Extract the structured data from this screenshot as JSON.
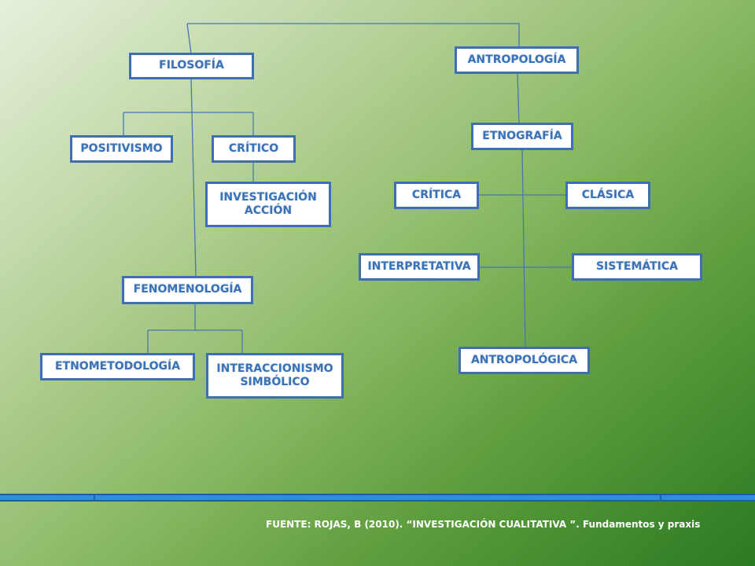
{
  "nodes": {
    "filosofia": "FILOSOFÍA",
    "positivismo": "POSITIVISMO",
    "critico": "CRÍTICO",
    "investigacion_accion": "INVESTIGACIÓN ACCIÓN",
    "fenomenologia": "FENOMENOLOGÍA",
    "etnometodologia": "ETNOMETODOLOGÍA",
    "interaccionismo_simbolico": "INTERACCIONISMO SIMBÓLICO",
    "antropologia": "ANTROPOLOGÍA",
    "etnografia": "ETNOGRAFÍA",
    "critica": "CRÍTICA",
    "clasica": "CLÁSICA",
    "interpretativa": "INTERPRETATIVA",
    "sistematica": "SISTEMÁTICA",
    "antropologica": "ANTROPOLÓGICA"
  },
  "footer": {
    "source": "FUENTE: ROJAS, B  (2010). “INVESTIGACIÓN CUALITATIVA ”. Fundamentos y praxis"
  },
  "colors": {
    "node_border": "#3f6fb0",
    "node_text": "#3a72b8",
    "connector": "#4a76b0",
    "bar": "#2f8fd8"
  }
}
